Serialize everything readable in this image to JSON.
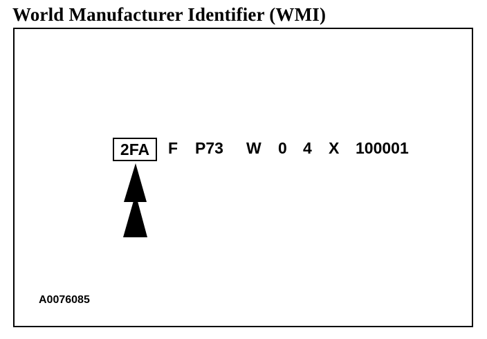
{
  "title": "World Manufacturer Identifier (WMI)",
  "vin": {
    "wmi": "2FA",
    "segments": [
      "F",
      "P73",
      "W",
      "0",
      "4",
      "X",
      "100001"
    ]
  },
  "reference_code": "A0076085",
  "arrow": {
    "points_to": "wmi",
    "icon": "up-arrow-icon",
    "color": "#000000"
  }
}
